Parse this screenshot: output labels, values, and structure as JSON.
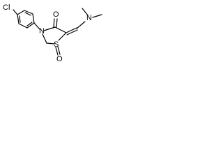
{
  "structure": {
    "atoms": {
      "chlorine": "Cl",
      "ring_nitrogen": "N",
      "carbonyl_oxygen": "O",
      "amine_nitrogen": "N",
      "sulfur": "S",
      "sulfoxide_oxygen": "O"
    }
  }
}
